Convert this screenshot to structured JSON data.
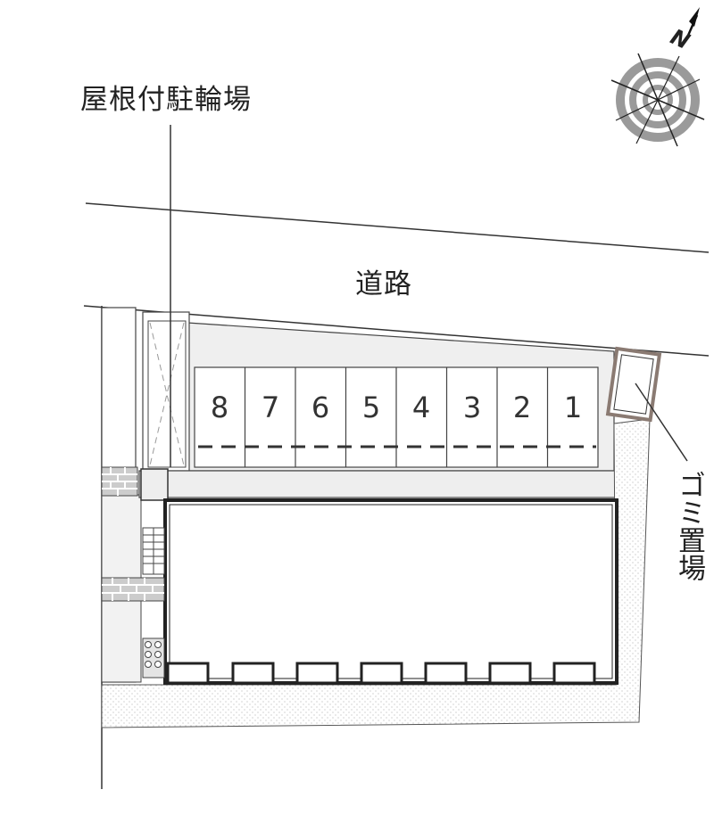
{
  "labels": {
    "covered_bicycle_parking": "屋根付駐輪場",
    "road": "道路",
    "garbage_area": "ゴミ置場"
  },
  "compass": {
    "north_label": "N"
  },
  "parking_stalls": [
    "8",
    "7",
    "6",
    "5",
    "4",
    "3",
    "2",
    "1"
  ],
  "colors": {
    "line": "#222222",
    "light_gray": "#eeeeee",
    "brick_gray": "#cccccc",
    "stipple": "#999999",
    "compass_gray": "#9a9a9a",
    "garbage_outline": "#8a7a72"
  }
}
